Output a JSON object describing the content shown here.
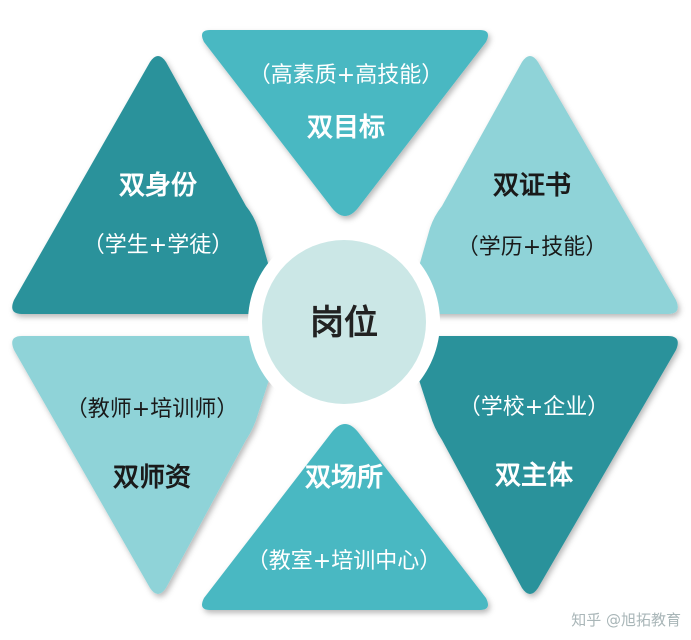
{
  "center": {
    "label": "岗位"
  },
  "segments": [
    {
      "id": "top",
      "title": "双目标",
      "subtitle": "（高素质+高技能）"
    },
    {
      "id": "upper-right",
      "title": "双证书",
      "subtitle": "（学历+技能）"
    },
    {
      "id": "lower-right",
      "title": "双主体",
      "subtitle": "（学校+企业）"
    },
    {
      "id": "bottom",
      "title": "双场所",
      "subtitle": "（教室+培训中心）"
    },
    {
      "id": "lower-left",
      "title": "双师资",
      "subtitle": "（教师+培训师）"
    },
    {
      "id": "upper-left",
      "title": "双身份",
      "subtitle": "（学生+学徒）"
    }
  ],
  "watermark": "知乎 @旭拓教育",
  "colors": {
    "dark_teal": "#2a929b",
    "medium_teal": "#4ab8c2",
    "light_teal": "#8fd3d8",
    "center_fill": "#cbe7e6",
    "center_ring": "#ffffff",
    "text_dark": "#1a1a1a",
    "text_light": "#ffffff"
  }
}
